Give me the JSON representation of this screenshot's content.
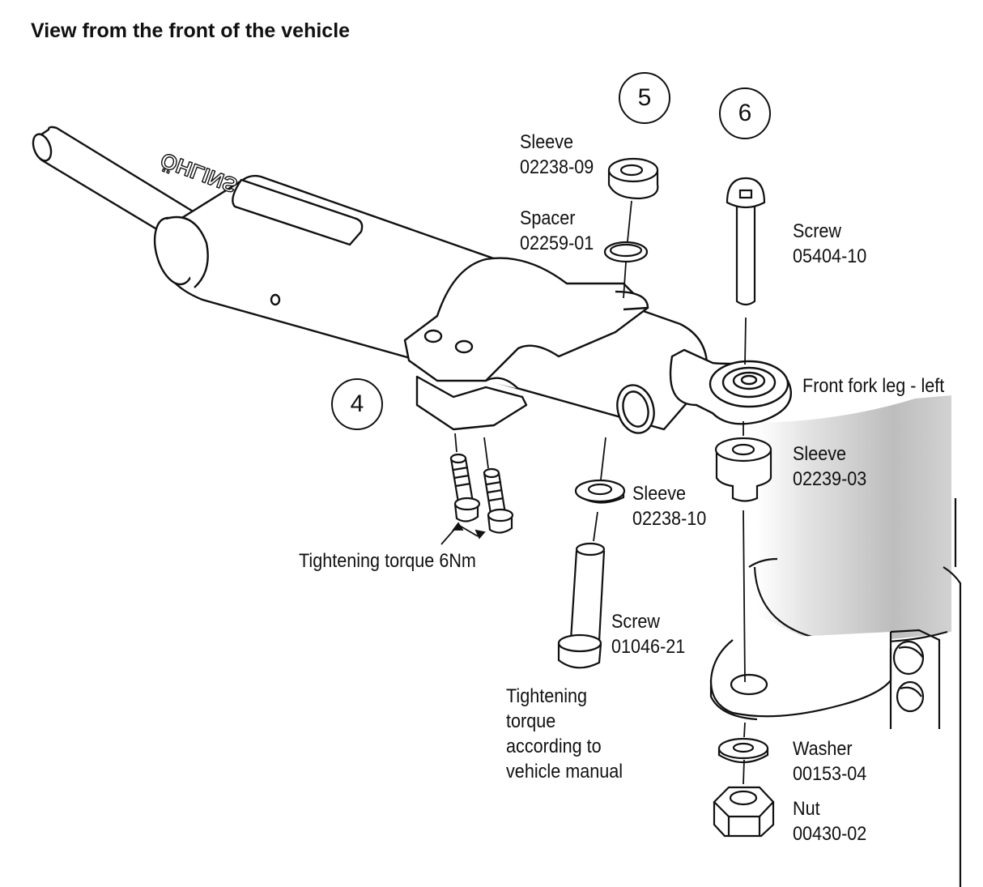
{
  "title": "View from the front of the vehicle",
  "steps": [
    "5",
    "6",
    "4"
  ],
  "brand_mark": "ÖHLINS",
  "labels": {
    "sleeve_top": [
      "Sleeve",
      "02238-09"
    ],
    "spacer": [
      "Spacer",
      "02259-01"
    ],
    "screw_top": [
      "Screw",
      "05404-10"
    ],
    "fork_leg": [
      "Front fork leg - left"
    ],
    "sleeve_right": [
      "Sleeve",
      "02239-03"
    ],
    "sleeve_mid": [
      "Sleeve",
      "02238-10"
    ],
    "torque_6nm": [
      "Tightening torque 6Nm"
    ],
    "screw_bottom": [
      "Screw",
      "01046-21"
    ],
    "torque_manual": [
      "Tightening",
      "torque",
      "according to",
      "vehicle manual"
    ],
    "washer": [
      "Washer",
      "00153-04"
    ],
    "nut": [
      "Nut",
      "00430-02"
    ]
  },
  "colors": {
    "line": "#111111",
    "fork_shade": "#c9c9c9",
    "body_shade": "#f2f2f2"
  }
}
